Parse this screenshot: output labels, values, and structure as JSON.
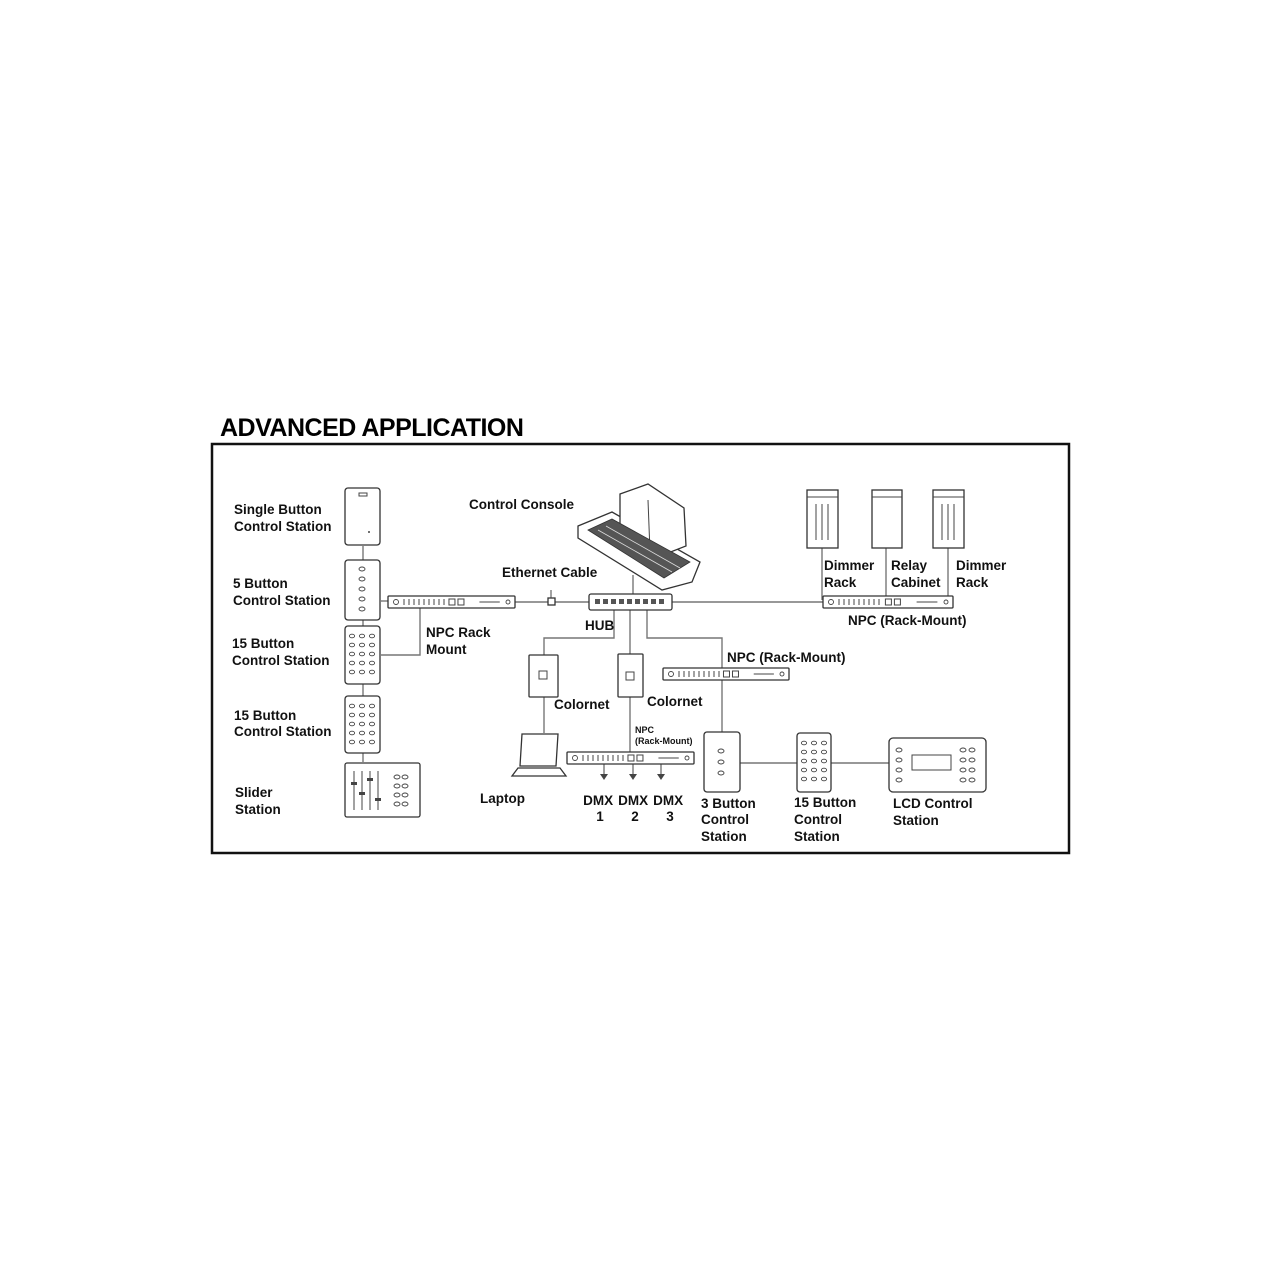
{
  "title": "ADVANCED APPLICATION",
  "labels": {
    "single_button": [
      "Single Button",
      "Control Station"
    ],
    "five_button": [
      "5 Button",
      "Control Station"
    ],
    "fifteen_button_1": [
      "15 Button",
      "Control Station"
    ],
    "fifteen_button_2": [
      "15 Button",
      "Control Station"
    ],
    "slider": [
      "Slider",
      "Station"
    ],
    "npc_rack_mount_left": [
      "NPC Rack",
      "Mount"
    ],
    "control_console": "Control Console",
    "ethernet_cable": "Ethernet Cable",
    "hub": "HUB",
    "dimmer_rack_1": [
      "Dimmer",
      "Rack"
    ],
    "relay_cabinet": [
      "Relay",
      "Cabinet"
    ],
    "dimmer_rack_2": [
      "Dimmer",
      "Rack"
    ],
    "npc_rack_mount_right": "NPC (Rack-Mount)",
    "npc_rack_mount_mid": "NPC (Rack-Mount)",
    "colornet_1": "Colornet",
    "colornet_2": "Colornet",
    "npc_small": [
      "NPC",
      "(Rack-Mount)"
    ],
    "laptop": "Laptop",
    "dmx1": [
      "DMX",
      "1"
    ],
    "dmx2": [
      "DMX",
      "2"
    ],
    "dmx3": [
      "DMX",
      "3"
    ],
    "three_button": [
      "3 Button",
      "Control",
      "Station"
    ],
    "fifteen_button_3": [
      "15 Button",
      "Control",
      "Station"
    ],
    "lcd_control": [
      "LCD Control",
      "Station"
    ]
  }
}
